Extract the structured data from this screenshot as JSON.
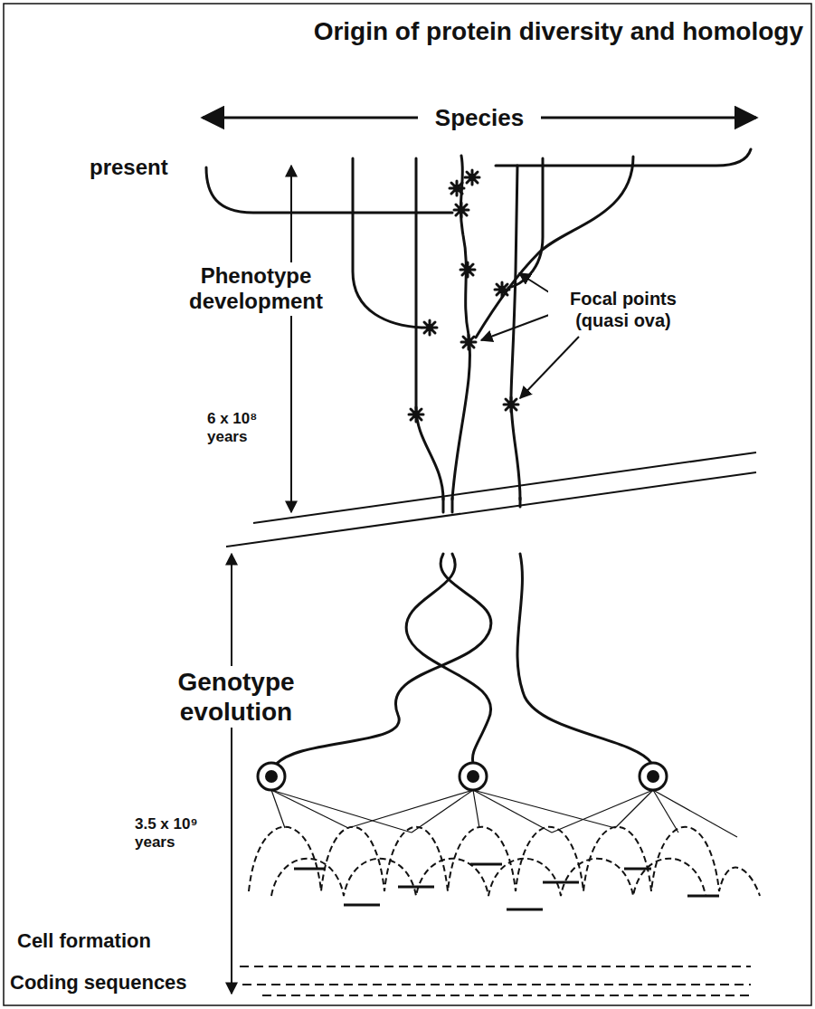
{
  "diagram": {
    "title": "Origin of protein diversity and homology",
    "labels": [
      "Species",
      "present",
      "Phenotype development",
      "6 x 10⁸ years",
      "Focal points (quasi ova)",
      "Genotype evolution",
      "3.5 x 10⁹ years",
      "Cell formation",
      "Coding sequences"
    ]
  }
}
